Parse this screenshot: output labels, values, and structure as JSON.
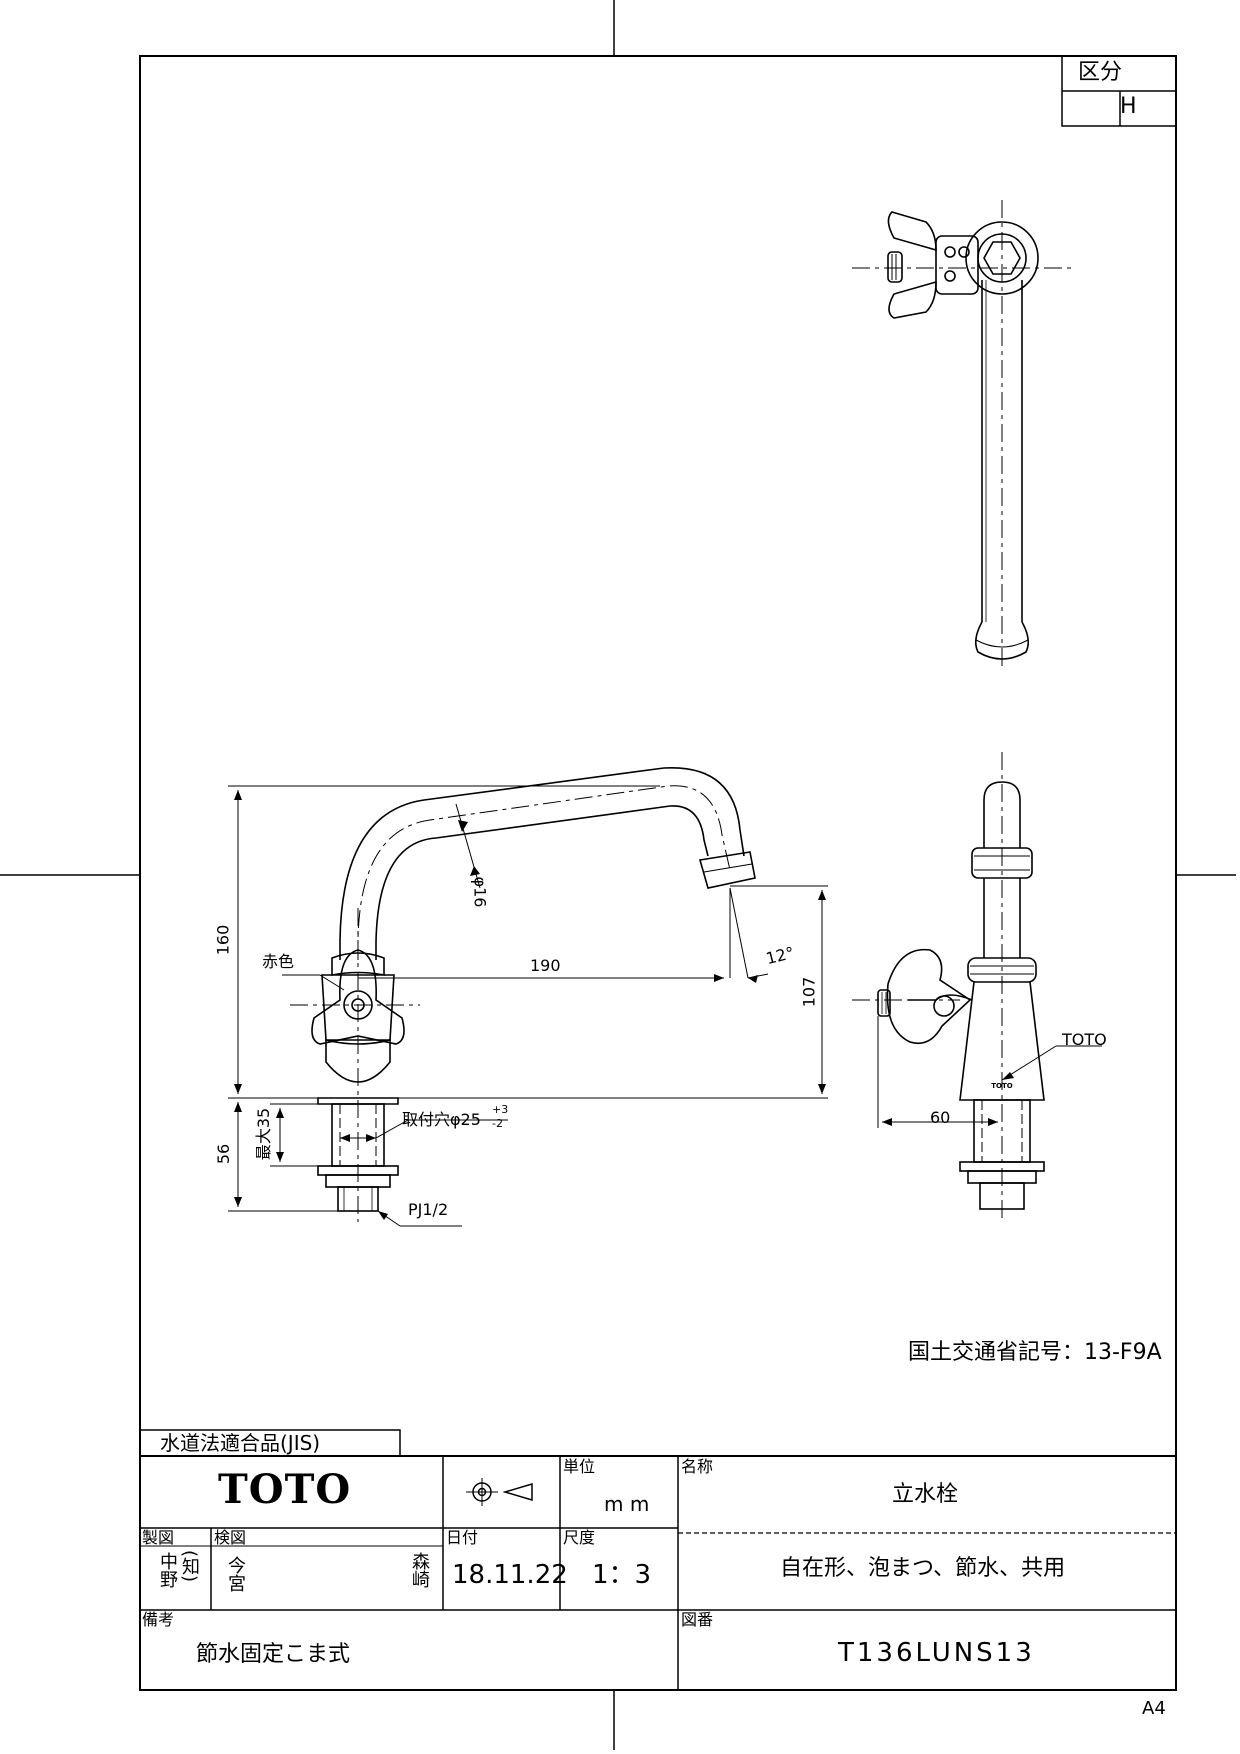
{
  "classification": {
    "header": "区分",
    "value": "H"
  },
  "dimensions": {
    "height_total": "160",
    "spout_diameter": "φ16",
    "reach": "190",
    "angle": "12°",
    "spout_height": "107",
    "red_color": "赤色",
    "mount_max": "最大35",
    "mount_len": "56",
    "hole": "取付穴φ25",
    "tol_plus": "+3",
    "tol_minus": "-2",
    "thread": "PJ1/2",
    "toto_mark": "TOTO",
    "offset": "60"
  },
  "mlit_code": "国土交通省記号：13-F9A",
  "jis_label": "水道法適合品(JIS)",
  "title_block": {
    "brand": "TOTO",
    "unit_label": "単位",
    "unit_value": "m m",
    "name_label": "名称",
    "name_value": "立水栓",
    "drawn_label": "製図",
    "drawn_1": "中野",
    "drawn_2": "(知)",
    "checked_label": "検図",
    "checked_1": "今宮",
    "checked_2": "森崎",
    "date_label": "日付",
    "date_value": "18.11.22",
    "scale_label": "尺度",
    "scale_value": "1：3",
    "desc_value": "自在形、泡まつ、節水、共用",
    "remarks_label": "備考",
    "remarks_value": "節水固定こま式",
    "dwg_label": "図番",
    "dwg_value": "T136LUNS13"
  },
  "paper_size": "A4"
}
